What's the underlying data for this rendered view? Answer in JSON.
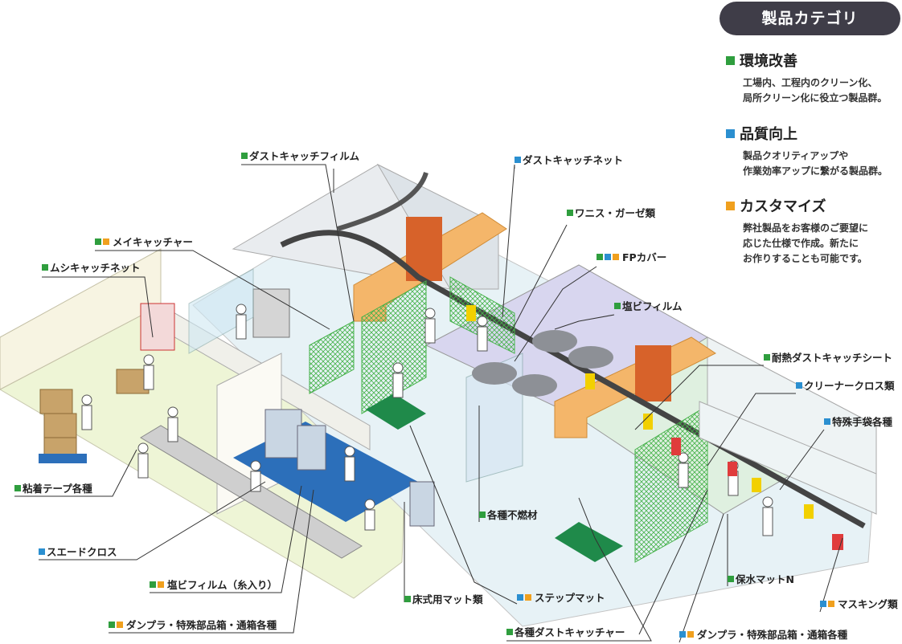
{
  "panel": {
    "title": "製品カテゴリ",
    "categories": [
      {
        "name": "環境改善",
        "color": "#2f9e3e",
        "desc1": "工場内、工程内のクリーン化、",
        "desc2": "局所クリーン化に役立つ製品群。"
      },
      {
        "name": "品質向上",
        "color": "#2b8fd0",
        "desc1": "製品クオリティアップや",
        "desc2": "作業効率アップに繋がる製品群。"
      },
      {
        "name": "カスタマイズ",
        "color": "#f0a01e",
        "desc1": "弊社製品をお客様のご要望に",
        "desc2": "応じた仕様で作成。新たに",
        "desc3": "お作りすることも可能です。"
      }
    ]
  },
  "labels": {
    "dust_film": "ダストキャッチフィルム",
    "dust_net": "ダストキャッチネット",
    "mei_catcher": "メイキャッチャー",
    "mushi_net": "ムシキャッチネット",
    "varnish": "ワニス・ガーゼ類",
    "fp_cover": "FPカバー",
    "pvc_film": "塩ビフィルム",
    "heat_sheet": "耐熱ダストキャッチシート",
    "cleaner_cloth": "クリーナークロス類",
    "special_glove": "特殊手袋各種",
    "adhesive_tape": "粘着テープ各種",
    "suede_cloth": "スエードクロス",
    "pvc_film_thread": "塩ビフィルム（糸入り）",
    "danpla_left": "ダンプラ・特殊部品箱・通箱各種",
    "floor_mat": "床式用マット類",
    "nonflammable": "各種不燃材",
    "step_mat": "ステップマット",
    "dust_catcher": "各種ダストキャッチャー",
    "water_mat": "保水マットN",
    "masking": "マスキング類",
    "danpla_right": "ダンプラ・特殊部品箱・通箱各種"
  }
}
